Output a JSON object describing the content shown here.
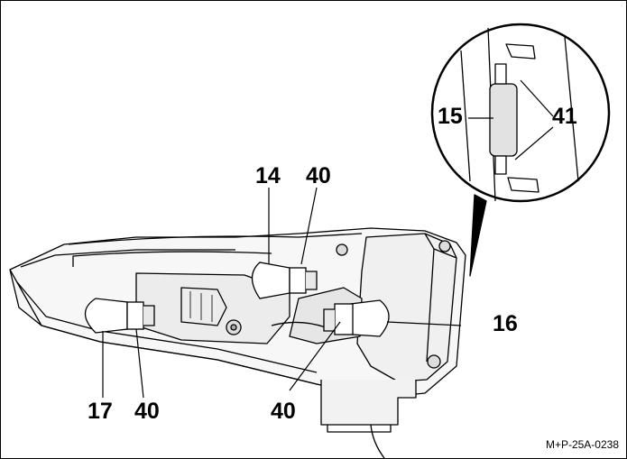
{
  "labels": {
    "l15": "15",
    "l41": "41",
    "l14": "14",
    "l40_top": "40",
    "l16": "16",
    "l17": "17",
    "l40_bl": "40",
    "l40_bm": "40"
  },
  "reference": "M+P-25A-0238"
}
